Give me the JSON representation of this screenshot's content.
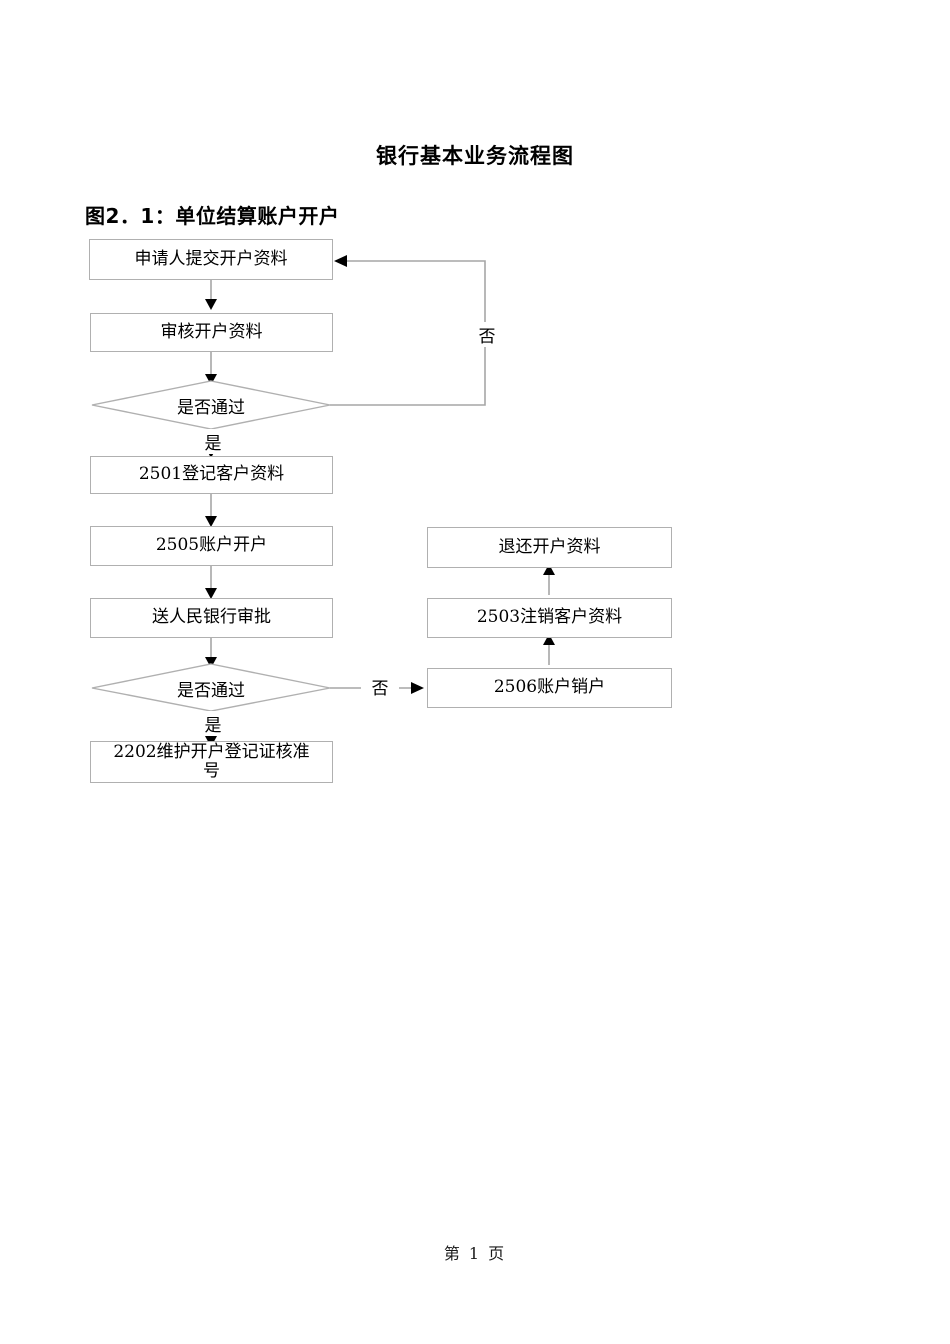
{
  "document": {
    "title": "银行基本业务流程图",
    "subtitle": "图2．1：单位结算账户开户",
    "footer": "第 1 页"
  },
  "colors": {
    "node_border": "#b0b0b0",
    "connector": "#a6a6a6",
    "arrowhead": "#000000",
    "text": "#000000",
    "background": "#ffffff"
  },
  "flowchart": {
    "type": "flowchart",
    "nodes": [
      {
        "id": "n1",
        "shape": "process",
        "label": "申请人提交开户资料"
      },
      {
        "id": "n2",
        "shape": "process",
        "label": "审核开户资料"
      },
      {
        "id": "d1",
        "shape": "decision",
        "label": "是否通过"
      },
      {
        "id": "n3",
        "shape": "process",
        "label": "2501登记客户资料"
      },
      {
        "id": "n4",
        "shape": "process",
        "label": "2505账户开户"
      },
      {
        "id": "n5",
        "shape": "process",
        "label": "送人民银行审批"
      },
      {
        "id": "d2",
        "shape": "decision",
        "label": "是否通过"
      },
      {
        "id": "n6",
        "shape": "process",
        "label": "2202维护开户登记证核准号"
      },
      {
        "id": "n7",
        "shape": "process",
        "label": "2506账户销户"
      },
      {
        "id": "n8",
        "shape": "process",
        "label": "2503注销客户资料"
      },
      {
        "id": "n9",
        "shape": "process",
        "label": "退还开户资料"
      }
    ],
    "edges": [
      {
        "from": "n1",
        "to": "n2",
        "label": ""
      },
      {
        "from": "n2",
        "to": "d1",
        "label": ""
      },
      {
        "from": "d1",
        "to": "n3",
        "label": "是"
      },
      {
        "from": "d1",
        "to": "n1",
        "label": "否"
      },
      {
        "from": "n3",
        "to": "n4",
        "label": ""
      },
      {
        "from": "n4",
        "to": "n5",
        "label": ""
      },
      {
        "from": "n5",
        "to": "d2",
        "label": ""
      },
      {
        "from": "d2",
        "to": "n6",
        "label": "是"
      },
      {
        "from": "d2",
        "to": "n7",
        "label": "否"
      },
      {
        "from": "n7",
        "to": "n8",
        "label": ""
      },
      {
        "from": "n8",
        "to": "n9",
        "label": ""
      }
    ],
    "edge_labels": {
      "top_no": "否",
      "top_yes": "是",
      "bottom_yes": "是",
      "bottom_no": "否"
    }
  }
}
